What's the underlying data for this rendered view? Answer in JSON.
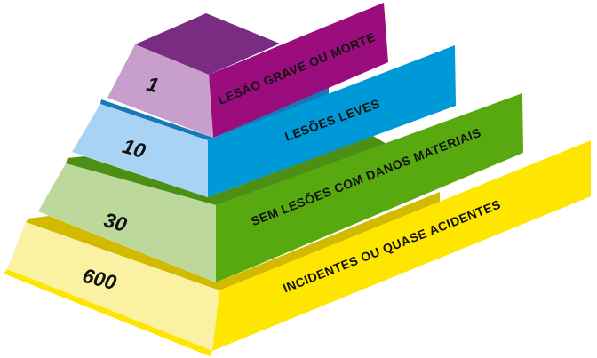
{
  "diagram": {
    "type": "safety-accident-pyramid",
    "text_color": "#121212",
    "background": "#ffffff",
    "levels": [
      {
        "id": "serious-injury-or-death",
        "count": "1",
        "label": "LESÃO GRAVE OU MORTE",
        "color_top": "#7A2B82",
        "color_left": "#C89FCC",
        "color_front": "#9B0C7D"
      },
      {
        "id": "minor-injuries",
        "count": "10",
        "label": "LESÕES LEVES",
        "color_top": "#1579B8",
        "color_left": "#A9D3F4",
        "color_front": "#0099D8"
      },
      {
        "id": "no-injury-property-damage",
        "count": "30",
        "label": "SEM LESÕES COM DANOS MATERIAIS",
        "color_top": "#4C8F15",
        "color_left": "#BDD89B",
        "color_front": "#58A80F"
      },
      {
        "id": "incidents-near-misses",
        "count": "600",
        "label": "INCIDENTES OU QUASE ACIDENTES",
        "color_top": "#D2BA00",
        "color_left": "#FAF1A3",
        "color_front": "#FFE600"
      }
    ]
  }
}
